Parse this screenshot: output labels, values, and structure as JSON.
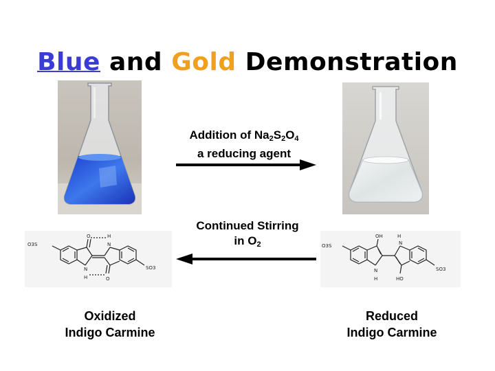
{
  "title": {
    "word1": "Blue",
    "word2": "and",
    "word3": "Gold",
    "word4": "Demonstration"
  },
  "top_label": {
    "prefix": "Addition of Na",
    "s2": "S",
    "s2b": "O",
    "sub1": "2",
    "sub2": "2",
    "sub3": "4",
    "line2": "a reducing agent"
  },
  "bottom_label": {
    "line1": "Continued Stirring",
    "line2a": "in O",
    "sub": "2"
  },
  "left_caption": {
    "line1": "Oxidized",
    "line2": "Indigo Carmine"
  },
  "right_caption": {
    "line1": "Reduced",
    "line2": "Indigo Carmine"
  },
  "left_structure_text": {
    "so3_left": "O3S",
    "so3_right": "SO3",
    "o_top": "O",
    "o_bottom": "O",
    "h_top": "H",
    "n_top": "N",
    "n_bottom": "N",
    "h_bottom": "H"
  },
  "right_structure_text": {
    "so3_left": "O3S",
    "so3_right": "SO3",
    "oh_top": "OH",
    "h_top": "H",
    "n_top": "N",
    "n_bottom": "N",
    "h_bottom": "H",
    "ho_bottom": "HO"
  },
  "colors": {
    "blue_word": "#3b3bd6",
    "gold_word": "#f0a020",
    "flask_liquid": "#2f5fe0"
  }
}
